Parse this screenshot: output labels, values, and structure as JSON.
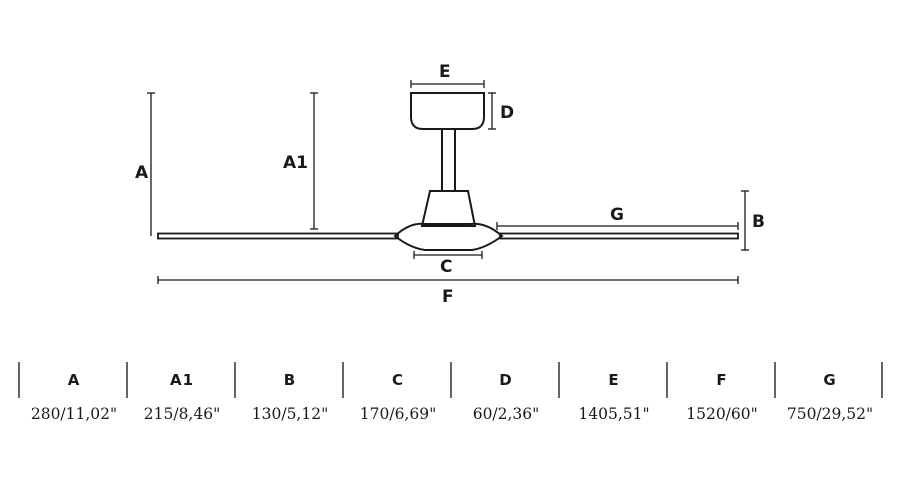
{
  "labels": {
    "A": "A",
    "A1": "A1",
    "B": "B",
    "C": "C",
    "D": "D",
    "E": "E",
    "F": "F",
    "G": "G"
  },
  "table": {
    "columns": [
      {
        "key": "A",
        "value": "280/11,02\""
      },
      {
        "key": "A1",
        "value": "215/8,46\""
      },
      {
        "key": "B",
        "value": "130/5,12\""
      },
      {
        "key": "C",
        "value": "170/6,69\""
      },
      {
        "key": "D",
        "value": "60/2,36\""
      },
      {
        "key": "E",
        "value": "1405,51\""
      },
      {
        "key": "F",
        "value": "1520/60\""
      },
      {
        "key": "G",
        "value": "750/29,52\""
      }
    ]
  },
  "colors": {
    "line": "#1a1a1a",
    "divider": "#666666"
  }
}
